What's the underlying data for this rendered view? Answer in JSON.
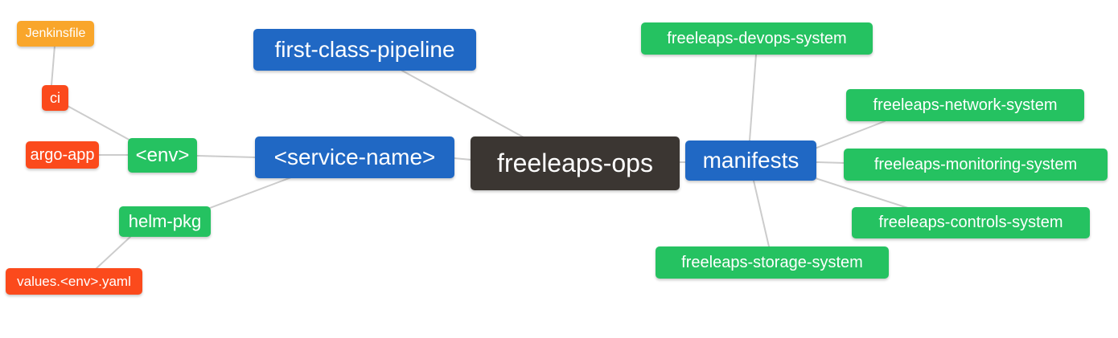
{
  "diagram": {
    "title": "freeleaps-ops repository mind map",
    "background": "#ffffff",
    "edge_color": "#cccccc",
    "palette": {
      "blue": "#2068c4",
      "green": "#25c261",
      "orange": "#f9a62b",
      "red": "#fb4a1c",
      "dark": "#3b3632",
      "text": "#ffffff"
    },
    "nodes": [
      {
        "id": "jenkinsfile",
        "label": "Jenkinsfile",
        "color": "orange"
      },
      {
        "id": "ci",
        "label": "ci",
        "color": "red"
      },
      {
        "id": "argo-app",
        "label": "argo-app",
        "color": "red"
      },
      {
        "id": "env",
        "label": "<env>",
        "color": "green"
      },
      {
        "id": "first-class-pipeline",
        "label": "first-class-pipeline",
        "color": "blue"
      },
      {
        "id": "service-name",
        "label": "<service-name>",
        "color": "blue"
      },
      {
        "id": "freeleaps-ops",
        "label": "freeleaps-ops",
        "color": "dark"
      },
      {
        "id": "manifests",
        "label": "manifests",
        "color": "blue"
      },
      {
        "id": "freeleaps-devops-system",
        "label": "freeleaps-devops-system",
        "color": "green"
      },
      {
        "id": "freeleaps-network-system",
        "label": "freeleaps-network-system",
        "color": "green"
      },
      {
        "id": "freeleaps-monitoring-system",
        "label": "freeleaps-monitoring-system",
        "color": "green"
      },
      {
        "id": "freeleaps-controls-system",
        "label": "freeleaps-controls-system",
        "color": "green"
      },
      {
        "id": "freeleaps-storage-system",
        "label": "freeleaps-storage-system",
        "color": "green"
      },
      {
        "id": "helm-pkg",
        "label": "helm-pkg",
        "color": "green"
      },
      {
        "id": "values-env-yaml",
        "label": "values.<env>.yaml",
        "color": "red"
      }
    ],
    "edges": [
      {
        "from": "jenkinsfile",
        "to": "ci"
      },
      {
        "from": "ci",
        "to": "env"
      },
      {
        "from": "argo-app",
        "to": "env"
      },
      {
        "from": "env",
        "to": "service-name"
      },
      {
        "from": "helm-pkg",
        "to": "service-name"
      },
      {
        "from": "values-env-yaml",
        "to": "helm-pkg"
      },
      {
        "from": "service-name",
        "to": "freeleaps-ops"
      },
      {
        "from": "first-class-pipeline",
        "to": "freeleaps-ops"
      },
      {
        "from": "freeleaps-ops",
        "to": "manifests"
      },
      {
        "from": "manifests",
        "to": "freeleaps-devops-system"
      },
      {
        "from": "manifests",
        "to": "freeleaps-network-system"
      },
      {
        "from": "manifests",
        "to": "freeleaps-monitoring-system"
      },
      {
        "from": "manifests",
        "to": "freeleaps-controls-system"
      },
      {
        "from": "manifests",
        "to": "freeleaps-storage-system"
      }
    ]
  }
}
